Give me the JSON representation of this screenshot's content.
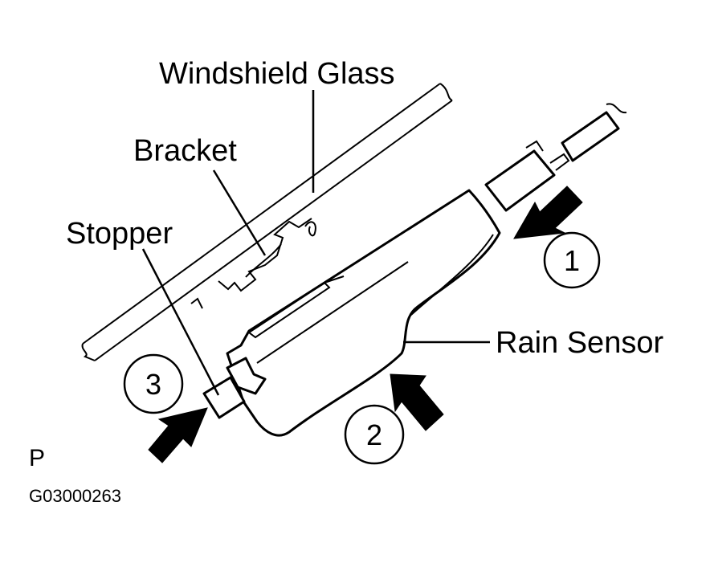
{
  "labels": {
    "windshield_glass": "Windshield Glass",
    "bracket": "Bracket",
    "stopper": "Stopper",
    "rain_sensor": "Rain Sensor"
  },
  "steps": {
    "step_1": "1",
    "step_2": "2",
    "step_3": "3"
  },
  "footer": {
    "letter": "P",
    "code": "G03000263"
  },
  "colors": {
    "ink": "#000000",
    "paper": "#ffffff"
  }
}
